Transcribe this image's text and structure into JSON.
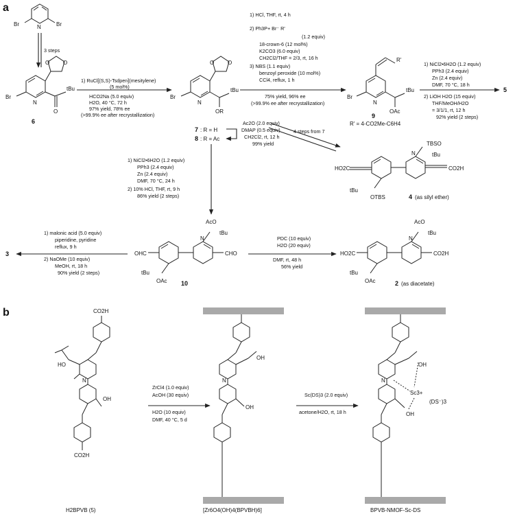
{
  "panels": {
    "a": "a",
    "b": "b"
  },
  "compounds": {
    "dibromopyridine": {
      "label": ""
    },
    "c6": {
      "number": "6"
    },
    "c7": {
      "number": "7",
      "sub": ": R = H"
    },
    "c8": {
      "number": "8",
      "sub": ": R = Ac"
    },
    "c9": {
      "number": "9",
      "rprime": "R' = 4-CO2Me-C6H4"
    },
    "c5": {
      "number": "5"
    },
    "c3": {
      "number": "3"
    },
    "c10": {
      "number": "10"
    },
    "c4": {
      "number": "4",
      "note": "(as silyl ether)"
    },
    "c2": {
      "number": "2",
      "note": "(as diacetate)"
    }
  },
  "atoms": {
    "Br": "Br",
    "N": "N",
    "O": "O",
    "OR": "OR",
    "OAc": "OAc",
    "AcO": "AcO",
    "tBu": "tBu",
    "OTBS": "OTBS",
    "TBSO": "TBSO",
    "CHO": "CHO",
    "OHC": "OHC",
    "CO2H": "CO2H",
    "HO2C": "HO2C",
    "OH": "OH",
    "HO": "HO",
    "Rp": "R'",
    "Sc": "Sc3+",
    "DS": "(DS⁻)3"
  },
  "steps": {
    "three_steps": "3 steps",
    "s6to7": [
      "1) RuCl[(S,S)-Tsdpen](mesitylene)",
      "(5 mol%)",
      "HCO2Na (5.0 equiv)",
      "H2O, 40 °C, 72 h",
      "97% yield, 78% ee",
      "(>99.9% ee after recrystallization)"
    ],
    "s7to9": [
      "1) HCl, THF, rt, 4 h",
      "2) Ph3P+  Br⁻  R'",
      "(1.2 equiv)",
      "18-crown-6 (12 mol%)",
      "K2CO3 (6.0 equiv)",
      "CH2Cl2/THF = 2/3, rt, 16 h",
      "3) NBS (1.1 equiv)",
      "benzoyl peroxide (10 mol%)",
      "CCl4, reflux, 1 h",
      "75% yield, 96% ee",
      "(>99.9% ee after recrystallization)"
    ],
    "s9to5": [
      "1) NiCl2•6H2O (1.2 equiv)",
      "PPh3 (2.4 equiv)",
      "Zn (2.4 equiv)",
      "DMF, 70 °C, 18 h",
      "2) LiOH H2O (15 equiv)",
      "THF/MeOH/H2O",
      "= 3/1/1, rt, 12 h",
      "92% yield (2 steps)"
    ],
    "s7to8": [
      "Ac2O (2.0 equiv)",
      "DMAP (0.5 equiv)",
      "CH2Cl2, rt, 12 h",
      "99% yield"
    ],
    "s7to4": "4 steps from 7",
    "s8to10": [
      "1) NiCl2•6H2O (1.2 equiv)",
      "PPh3 (2.4 equiv)",
      "Zn (2.4 equiv)",
      "DMF, 70 °C, 24 h",
      "2) 10% HCl, THF, rt, 9 h",
      "86% yield (2 steps)"
    ],
    "s10to3": [
      "1) malonic acid (5.0 equiv)",
      "piperidine, pyridine",
      "reflux, 9 h",
      "2) NaOMe (10 equiv)",
      "MeOH, rt, 18 h",
      "90% yield (2 steps)"
    ],
    "s10to2": [
      "PDC (10 equiv)",
      "H2O (20 equiv)",
      "DMF, rt, 48 h",
      "56% yield"
    ],
    "sb1": [
      "ZrCl4 (1.0 equiv)",
      "AcOH (30 equiv)",
      "H2O (10 equiv)",
      "DMF, 40 °C, 5 d"
    ],
    "sb2": [
      "Sc(DS)3 (2.0 equiv)",
      "acetone/H2O, rt, 18 h"
    ]
  },
  "captions_b": {
    "ligand": "H2BPVB (5)",
    "mof": "[Zr6O4(OH)4(BPVBH)6]",
    "final": "BPVB-NMOF-Sc-DS"
  },
  "colors": {
    "bond": "#222222",
    "mof_bar": "#a9a9a9"
  }
}
